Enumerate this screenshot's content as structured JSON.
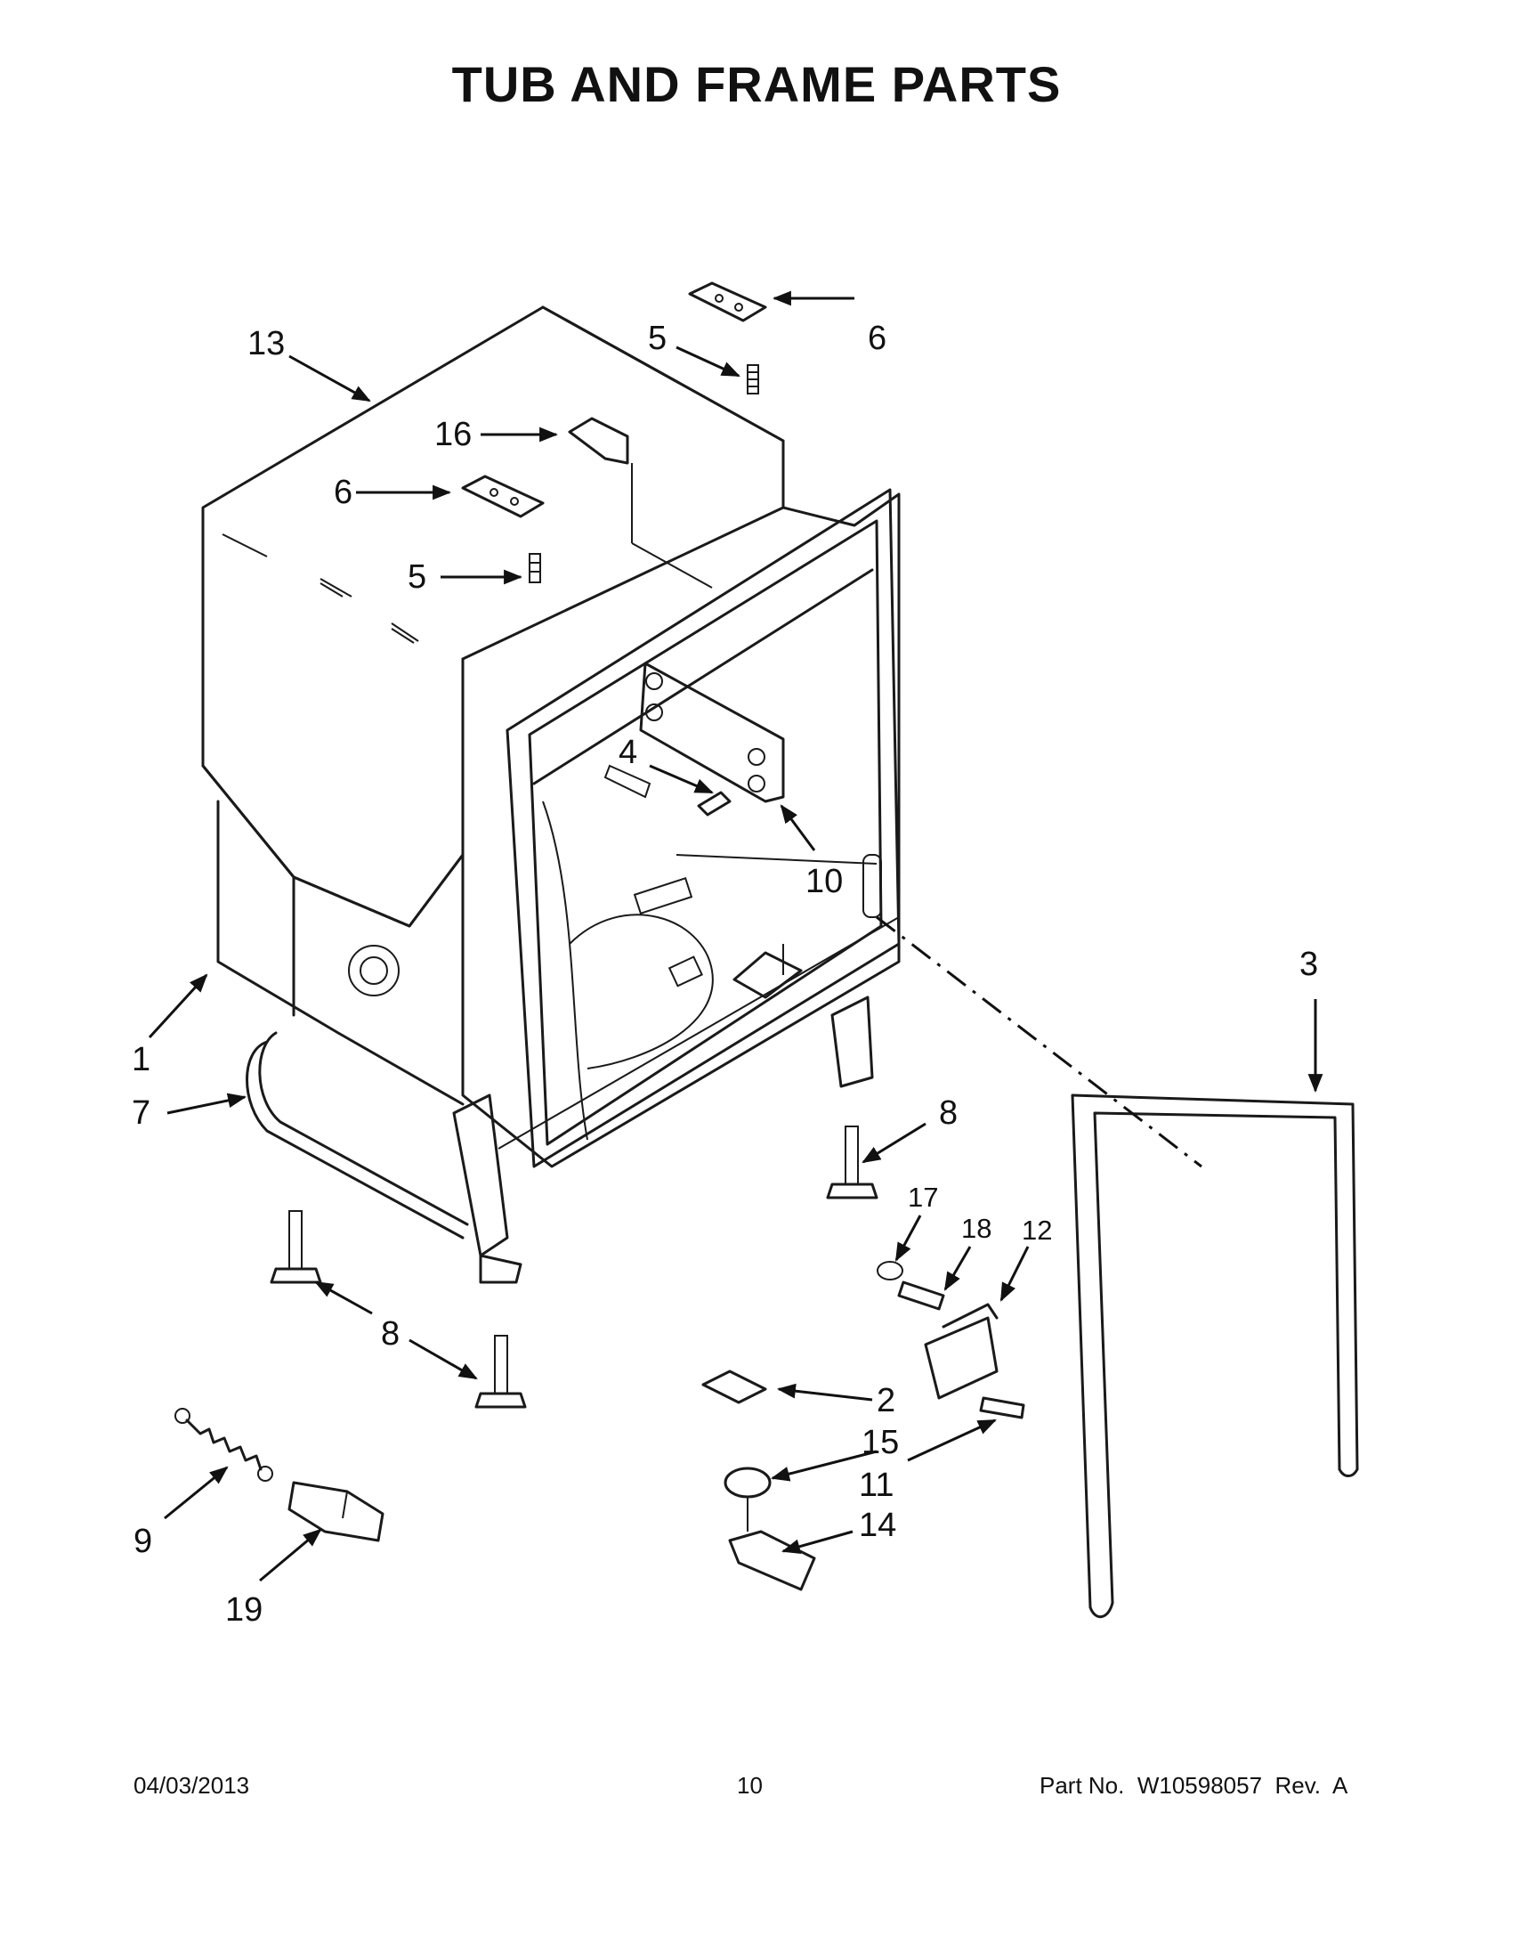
{
  "page": {
    "title": "TUB AND FRAME PARTS"
  },
  "callouts": [
    {
      "id": "callout-13",
      "text": "13"
    },
    {
      "id": "callout-5-top",
      "text": "5"
    },
    {
      "id": "callout-6-top",
      "text": "6"
    },
    {
      "id": "callout-16",
      "text": "16"
    },
    {
      "id": "callout-6-mid",
      "text": "6"
    },
    {
      "id": "callout-5-mid",
      "text": "5"
    },
    {
      "id": "callout-4",
      "text": "4"
    },
    {
      "id": "callout-10",
      "text": "10"
    },
    {
      "id": "callout-1",
      "text": "1"
    },
    {
      "id": "callout-7",
      "text": "7"
    },
    {
      "id": "callout-3",
      "text": "3"
    },
    {
      "id": "callout-8-right",
      "text": "8"
    },
    {
      "id": "callout-17",
      "text": "17"
    },
    {
      "id": "callout-18",
      "text": "18"
    },
    {
      "id": "callout-12",
      "text": "12"
    },
    {
      "id": "callout-8-left",
      "text": "8"
    },
    {
      "id": "callout-2",
      "text": "2"
    },
    {
      "id": "callout-15",
      "text": "15"
    },
    {
      "id": "callout-11",
      "text": "11"
    },
    {
      "id": "callout-14",
      "text": "14"
    },
    {
      "id": "callout-9",
      "text": "9"
    },
    {
      "id": "callout-19",
      "text": "19"
    }
  ],
  "footer": {
    "date": "04/03/2013",
    "page_number": "10",
    "part_number": "Part No.  W10598057  Rev.  A"
  }
}
